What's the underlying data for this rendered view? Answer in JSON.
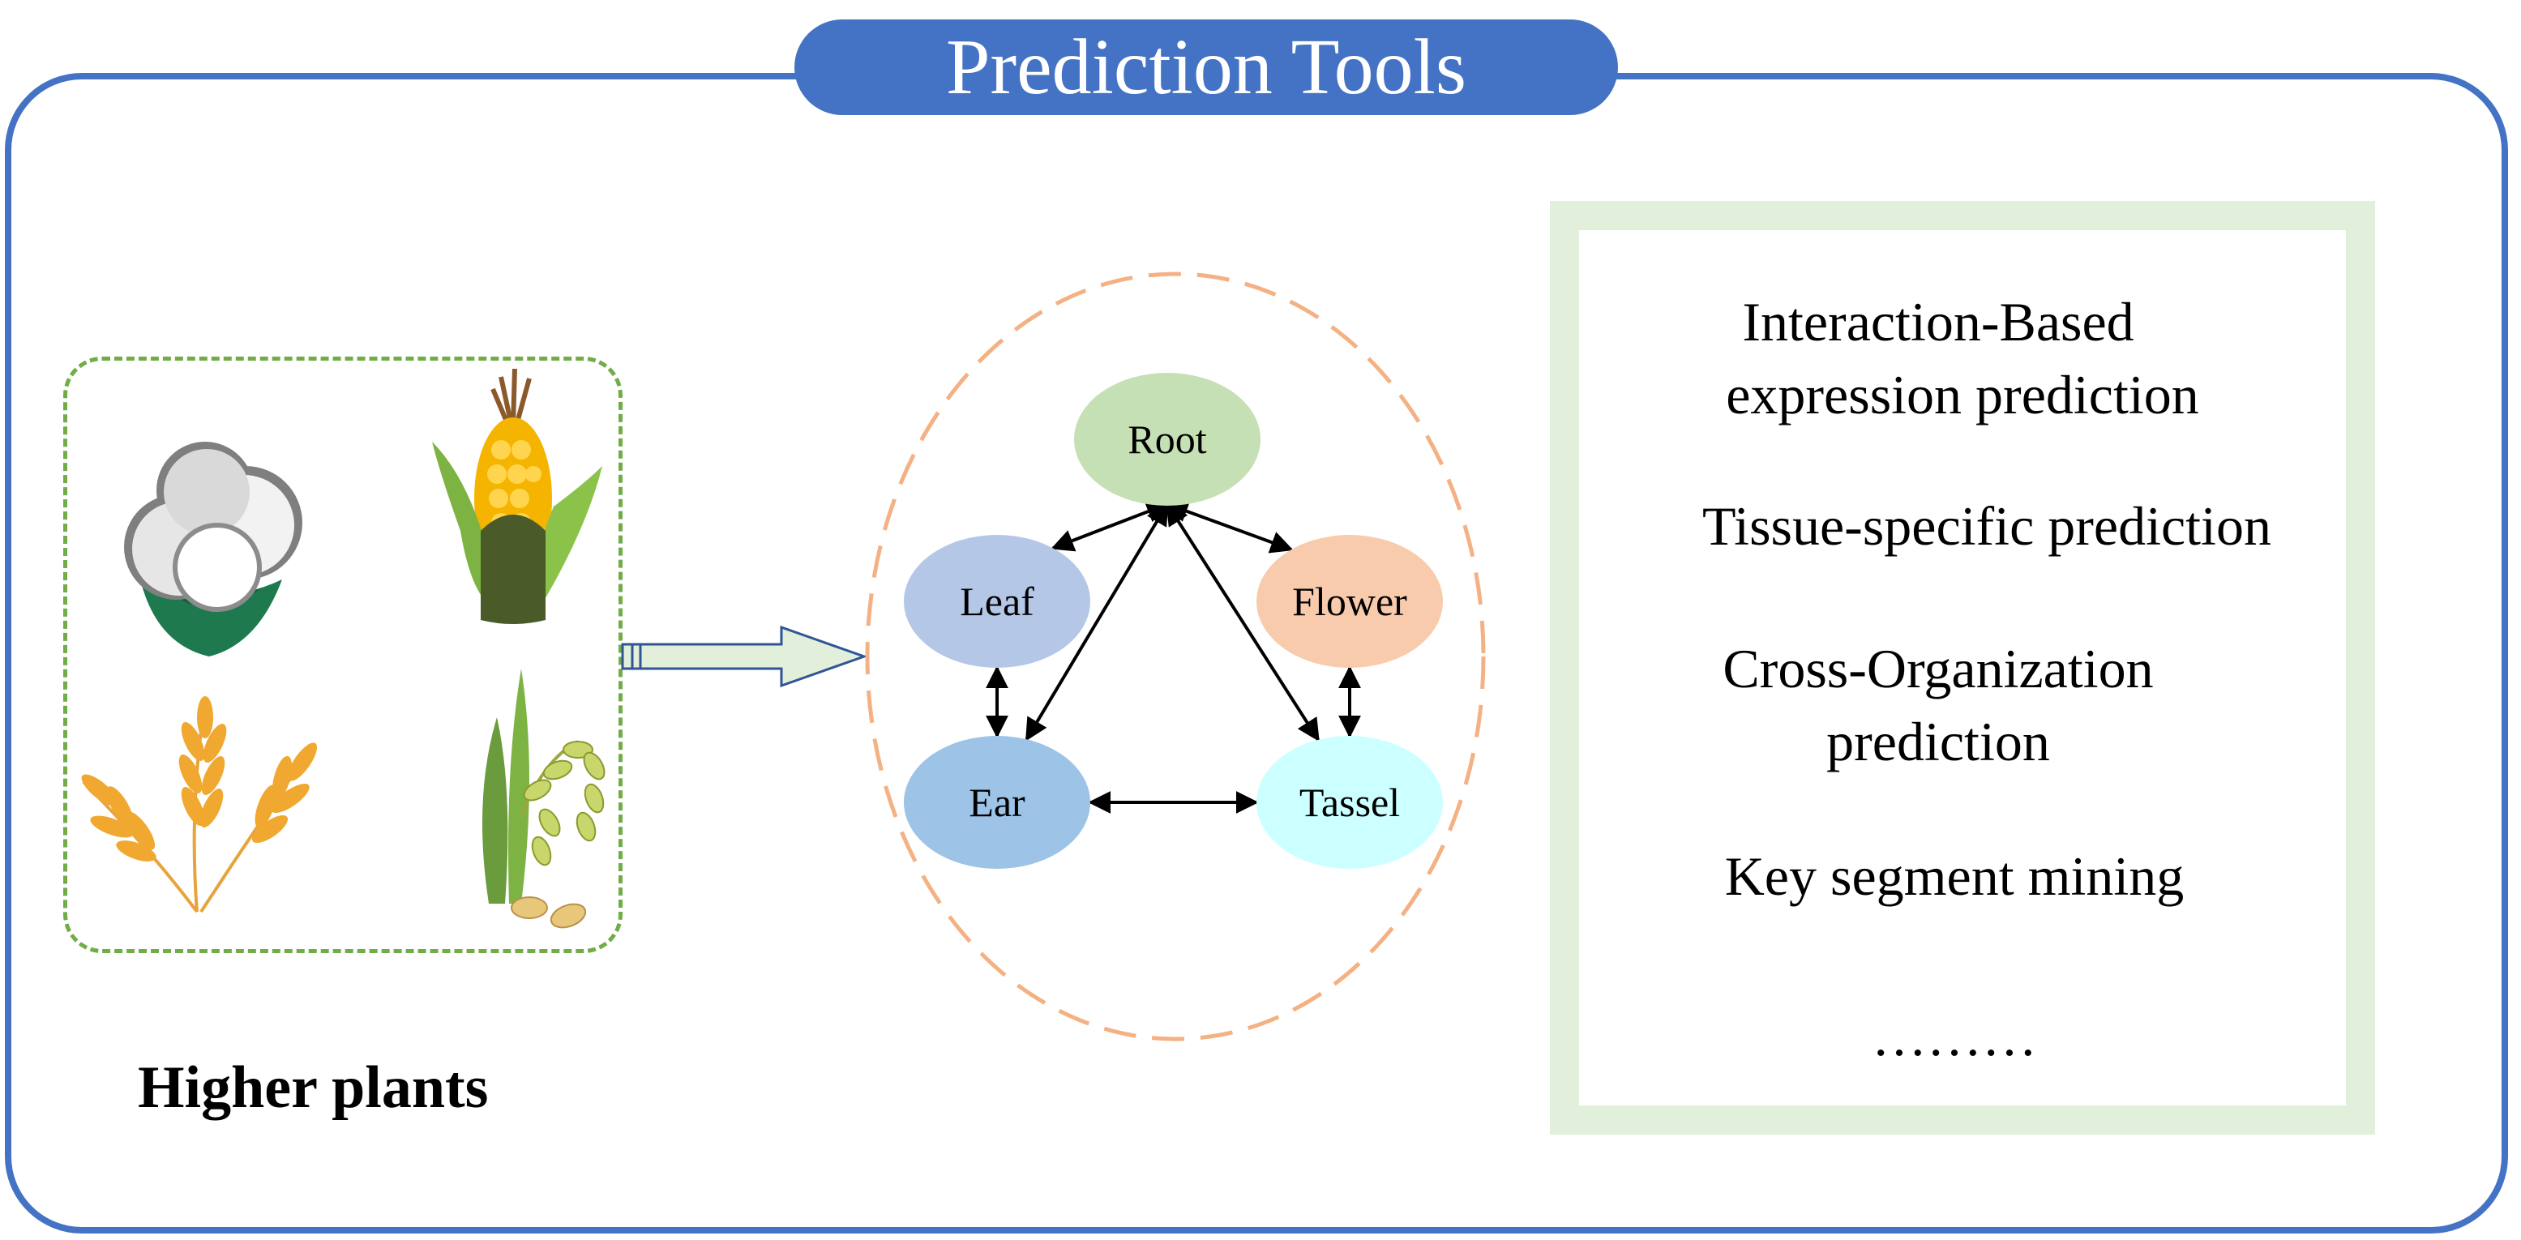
{
  "title": "Prediction Tools",
  "plants": {
    "label": "Higher plants",
    "icons": [
      "cotton-icon",
      "corn-icon",
      "wheat-icon",
      "rice-icon"
    ]
  },
  "network": {
    "nodes": [
      {
        "id": "root",
        "label": "Root",
        "color": "#c5e0b4"
      },
      {
        "id": "leaf",
        "label": "Leaf",
        "color": "#b4c7e7"
      },
      {
        "id": "flower",
        "label": "Flower",
        "color": "#f8cbad"
      },
      {
        "id": "ear",
        "label": "Ear",
        "color": "#9dc3e6"
      },
      {
        "id": "tassel",
        "label": "Tassel",
        "color": "#ccffff"
      }
    ],
    "edges": [
      [
        "root",
        "leaf"
      ],
      [
        "root",
        "flower"
      ],
      [
        "root",
        "ear"
      ],
      [
        "root",
        "tassel"
      ],
      [
        "leaf",
        "ear"
      ],
      [
        "flower",
        "tassel"
      ],
      [
        "ear",
        "tassel"
      ]
    ]
  },
  "methods": [
    "Interaction-Based",
    "expression prediction",
    "Tissue-specific prediction",
    "Cross-Organization",
    "prediction",
    "Key segment mining",
    "………"
  ],
  "colors": {
    "frame": "#4472c4",
    "plants_border": "#70ad47",
    "circle_border": "#f4b183",
    "methods_border": "#e2efda"
  }
}
